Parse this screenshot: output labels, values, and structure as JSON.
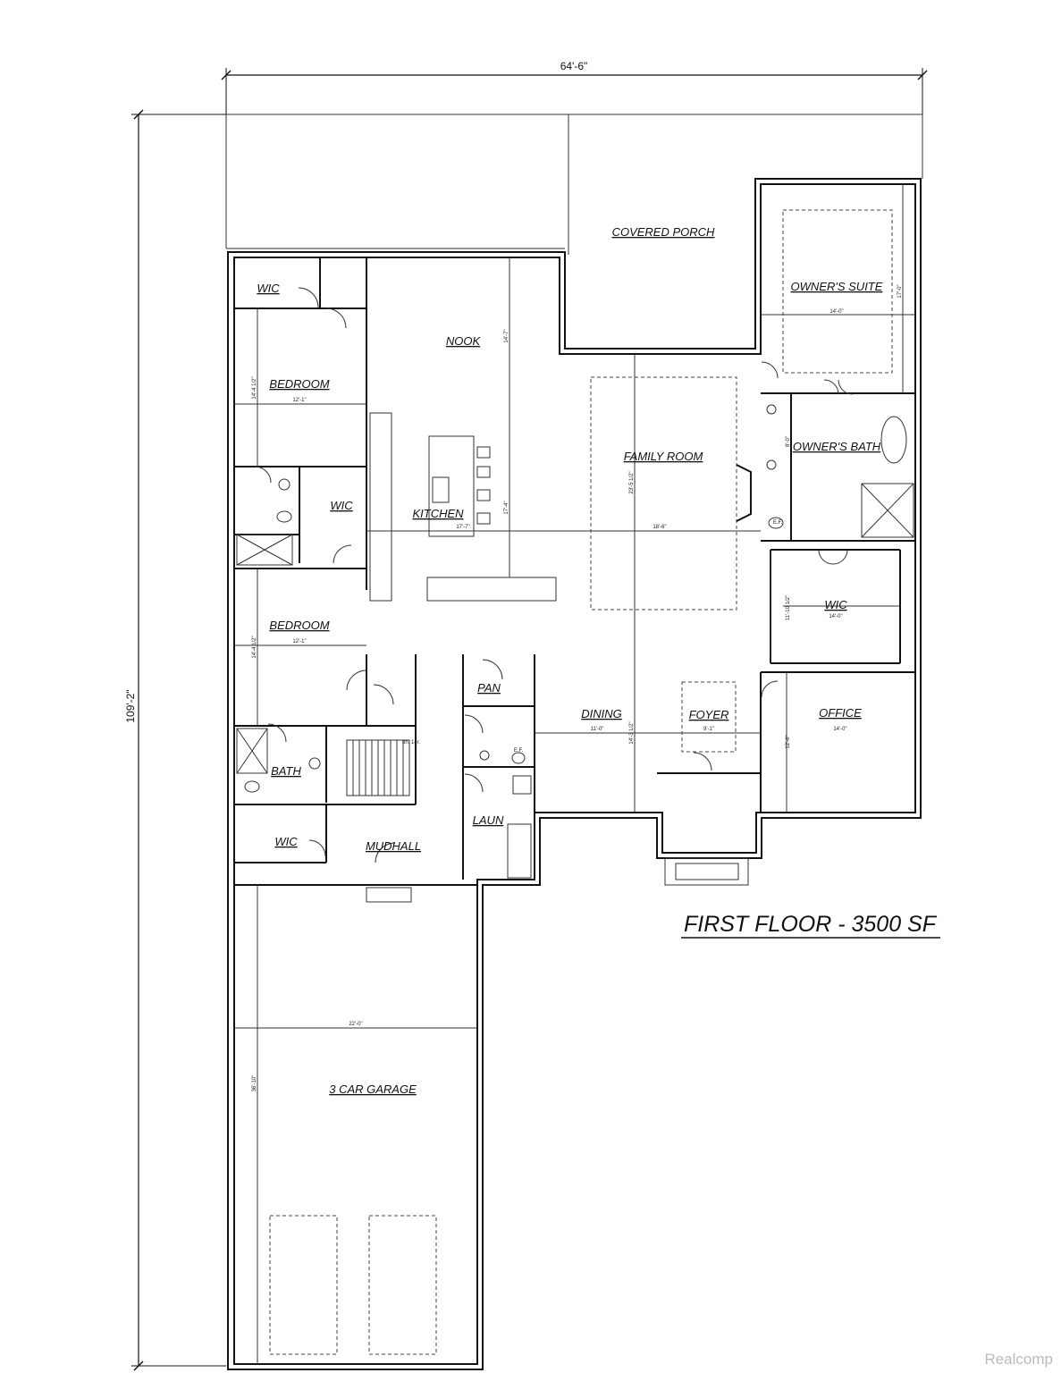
{
  "dimensions": {
    "overall_width": "64'-6\"",
    "overall_depth": "109'-2\""
  },
  "rooms": {
    "wic_top_left": "WIC",
    "bedroom_1": "BEDROOM",
    "nook": "NOOK",
    "covered_porch": "COVERED PORCH",
    "owners_suite": "OWNER'S SUITE",
    "kitchen": "KITCHEN",
    "family_room": "FAMILY ROOM",
    "owners_bath": "OWNER'S BATH",
    "wic_left": "WIC",
    "wic_owners": "WIC",
    "bedroom_2": "BEDROOM",
    "pan": "PAN",
    "dining": "DINING",
    "foyer": "FOYER",
    "office": "OFFICE",
    "bath": "BATH",
    "laun": "LAUN",
    "wic_lower": "WIC",
    "mudhall": "MUDHALL",
    "garage": "3 CAR GARAGE"
  },
  "room_dims": {
    "bedroom_1_w": "12'-1\"",
    "bedroom_1_d": "14'-4 1/2\"",
    "nook_d": "14'-7\"",
    "owners_suite_w": "14'-0\"",
    "owners_suite_d": "17'-0\"",
    "kitchen_w": "17'-7\"",
    "kitchen_d": "17'-4\"",
    "family_w": "18'-6\"",
    "family_d": "23'-5 1/2\"",
    "owners_bath_d": "8'-0\"",
    "wic_owners_w": "14'-0\"",
    "wic_owners_d": "11'-10 1/2\"",
    "bedroom_2_w": "12'-1\"",
    "bedroom_2_d": "14'-4 1/2\"",
    "dining_w": "11'-0\"",
    "dining_d": "14'-3 1/2\"",
    "foyer_w": "9'-1\"",
    "office_w": "14'-0\"",
    "office_d": "12'-6\"",
    "stair_note": "dn. 14r.",
    "garage_w": "22'-0\"",
    "garage_d": "36'-10\""
  },
  "fixtures": {
    "ef_bath": "E.F.",
    "ef_laundry": "E.F."
  },
  "title": "FIRST FLOOR - 3500 SF",
  "watermark": "Realcomp"
}
